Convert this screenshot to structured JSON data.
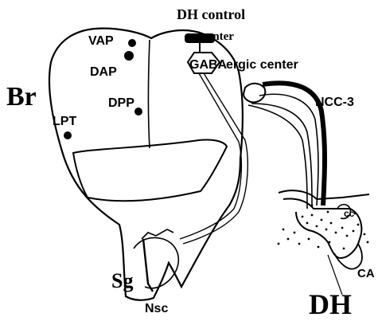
{
  "labels": {
    "vap": "VAP",
    "dap": "DAP",
    "dpp": "DPP",
    "lpt": "LPT",
    "br": "Br",
    "sg": "Sg",
    "nsc": "Nsc",
    "dh_control_line1": "DH control",
    "dh_control_line2": "center",
    "gaba_box": "GABA",
    "gaba_rest": "ergic center",
    "ncc3": "NCC-3",
    "cc": "cc",
    "ca": "CA",
    "dh": "DH"
  },
  "colors": {
    "ink": "#000000",
    "paper": "#ffffff"
  }
}
